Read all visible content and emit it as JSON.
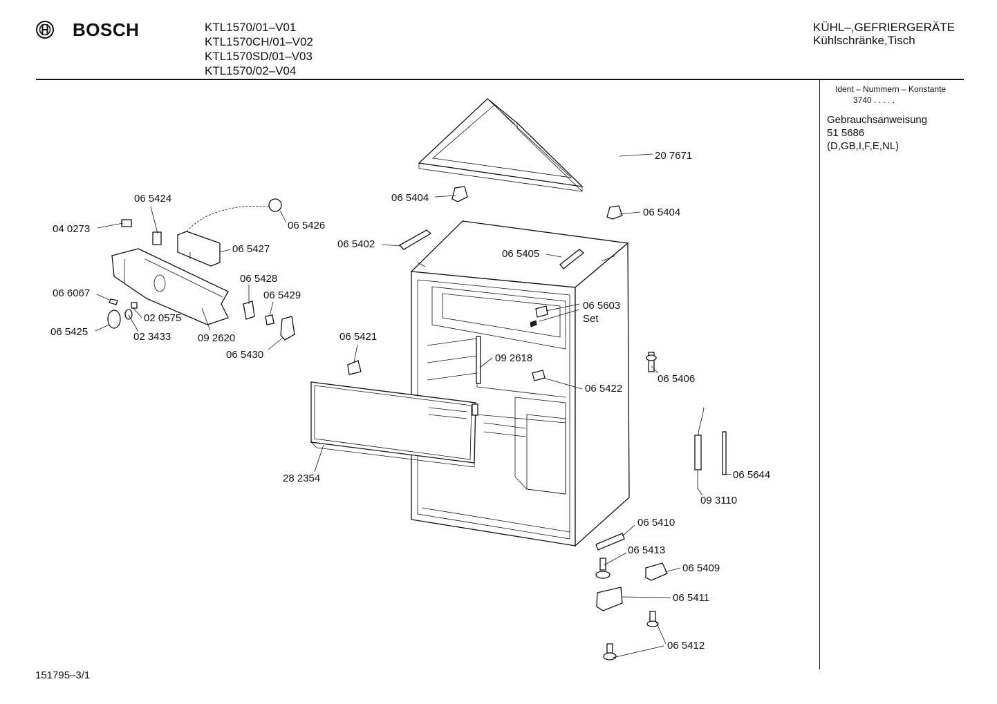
{
  "header": {
    "brand": "BOSCH",
    "models": [
      "KTL1570/01–V01",
      "KTL1570CH/01–V02",
      "KTL1570SD/01–V03",
      "KTL1570/02–V04"
    ],
    "category_line1": "KÜHL–,GEFRIERGERÄTE",
    "category_line2": "Kühlschränke,Tisch"
  },
  "sidebar": {
    "ident_label": "Ident – Nummern – Konstante",
    "ident_value": "3740 . . . . .",
    "manual_title": "Gebrauchsanweisung",
    "manual_number": "51 5686",
    "manual_languages": "(D,GB,I,F,E,NL)"
  },
  "footer": {
    "doc_number": "151795–3/1"
  },
  "parts": {
    "p207671": "20 7671",
    "p065404a": "06 5404",
    "p065404b": "06 5404",
    "p065424": "06 5424",
    "p065426": "06 5426",
    "p040273": "04 0273",
    "p065427": "06 5427",
    "p065402": "06 5402",
    "p065405": "06 5405",
    "p065428": "06 5428",
    "p065429": "06 5429",
    "p066067": "06 6067",
    "p020575": "02 0575",
    "p065425": "06 5425",
    "p023433": "02 3433",
    "p092620": "09 2620",
    "p065430": "06 5430",
    "p065603": "06 5603",
    "p065603_set": "Set",
    "p065421": "06 5421",
    "p092618": "09 2618",
    "p065406": "06 5406",
    "p065422": "06 5422",
    "p065644": "06 5644",
    "p282354": "28 2354",
    "p093110": "09 3110",
    "p065410": "06 5410",
    "p065413": "06 5413",
    "p065409": "06 5409",
    "p065411": "06 5411",
    "p065412": "06 5412"
  }
}
